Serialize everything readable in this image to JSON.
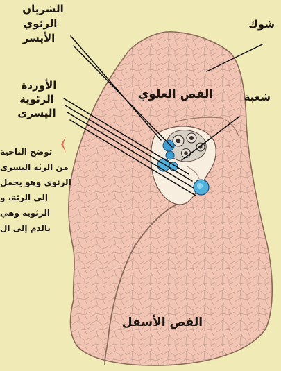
{
  "labels": {
    "artery": [
      "الشريان",
      "الرئوي",
      "الأيسر"
    ],
    "veins": [
      "الأوردة",
      "الرئوية",
      "اليسرى"
    ],
    "trachea": "شوك",
    "bronchus": "شعبة",
    "upper_lobe": "الفص العلوي",
    "lower_lobe": "الفص الأسفل"
  },
  "caption": [
    "توضح الناحية",
    "من الرئة اليسرى",
    "الرئوي وهو يحمل",
    "إلى الرئة، و",
    "الرئوية وهي",
    "بالدم إلى ال"
  ],
  "colors": {
    "background": "#f0ebb6",
    "lung_fill": "#f2c4b3",
    "lung_outline": "#8a6a5a",
    "texture": "#a4887c",
    "artery_blue": "#3f9fd3",
    "vein_blue": "#4fb1dc",
    "bronchus_ring": "#e5e1d6",
    "caption_marker": "#e0685a",
    "ink": "#1f1712"
  }
}
